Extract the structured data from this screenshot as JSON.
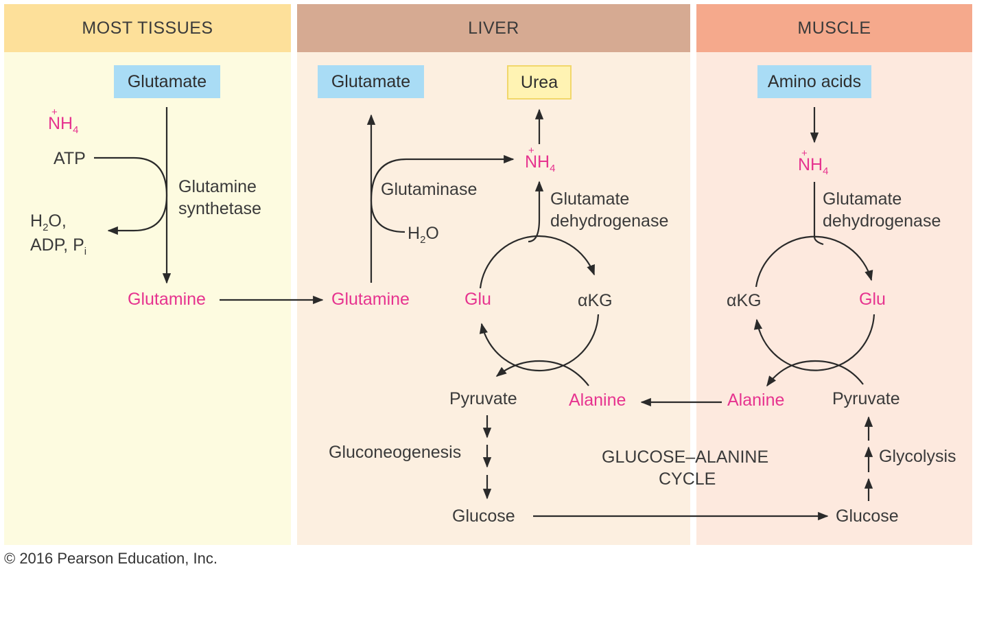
{
  "colors": {
    "tissues_bg": "#fdfbe0",
    "tissues_header": "#fde09a",
    "liver_bg": "#fcefe0",
    "liver_header": "#d6aa92",
    "muscle_bg": "#fde9de",
    "muscle_header": "#f5a98c",
    "metabolite_pink": "#e6338f",
    "box_blue": "#a9dcf5",
    "box_yellow": "#fff3b3"
  },
  "panels": {
    "tissues": {
      "title": "MOST TISSUES"
    },
    "liver": {
      "title": "LIVER"
    },
    "muscle": {
      "title": "MUSCLE"
    }
  },
  "tissues": {
    "glutamate": "Glutamate",
    "nh4": "NH",
    "nh4_sub": "4",
    "nh4_sup": "+",
    "atp": "ATP",
    "h2o_a": "H",
    "h2o_sub": "2",
    "h2o_b": "O,",
    "adp": "ADP, P",
    "adp_sub": "i",
    "enzyme_line1": "Glutamine",
    "enzyme_line2": "synthetase",
    "glutamine": "Glutamine"
  },
  "liver": {
    "glutamate": "Glutamate",
    "urea": "Urea",
    "nh4": "NH",
    "nh4_sub": "4",
    "nh4_sup": "+",
    "glutaminase": "Glutaminase",
    "h2o_a": "H",
    "h2o_sub": "2",
    "h2o_b": "O",
    "enzyme_line1": "Glutamate",
    "enzyme_line2": "dehydrogenase",
    "glutamine": "Glutamine",
    "glu": "Glu",
    "akg": "αKG",
    "pyruvate": "Pyruvate",
    "alanine": "Alanine",
    "gluconeogenesis": "Gluconeogenesis",
    "glucose": "Glucose"
  },
  "cycle": {
    "line1": "GLUCOSE–ALANINE",
    "line2": "CYCLE"
  },
  "muscle": {
    "amino_acids": "Amino acids",
    "nh4": "NH",
    "nh4_sub": "4",
    "nh4_sup": "+",
    "enzyme_line1": "Glutamate",
    "enzyme_line2": "dehydrogenase",
    "akg": "αKG",
    "glu": "Glu",
    "alanine": "Alanine",
    "pyruvate": "Pyruvate",
    "glycolysis": "Glycolysis",
    "glucose": "Glucose"
  },
  "copyright": "© 2016 Pearson Education, Inc."
}
